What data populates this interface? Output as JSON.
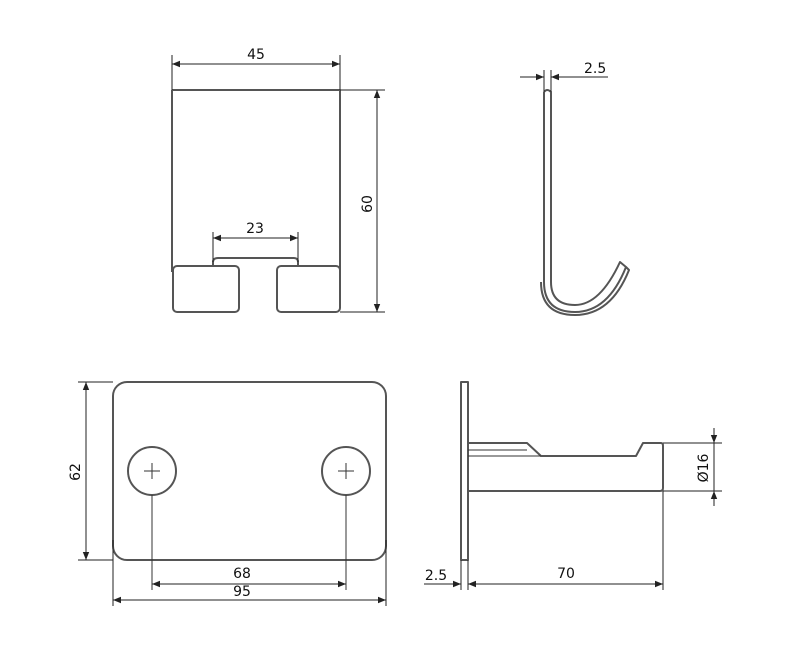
{
  "views": {
    "front": {
      "width_label": "45",
      "height_label": "60",
      "gap_label": "23"
    },
    "side": {
      "thickness_label": "2.5"
    },
    "plate": {
      "height_label": "62",
      "hole_spacing_label": "68",
      "width_label": "95"
    },
    "profile": {
      "thickness_label": "2.5",
      "length_label": "70",
      "diameter_label": "Ø16"
    }
  },
  "colors": {
    "outline": "#555555",
    "dimension": "#222222",
    "background": "#ffffff"
  }
}
